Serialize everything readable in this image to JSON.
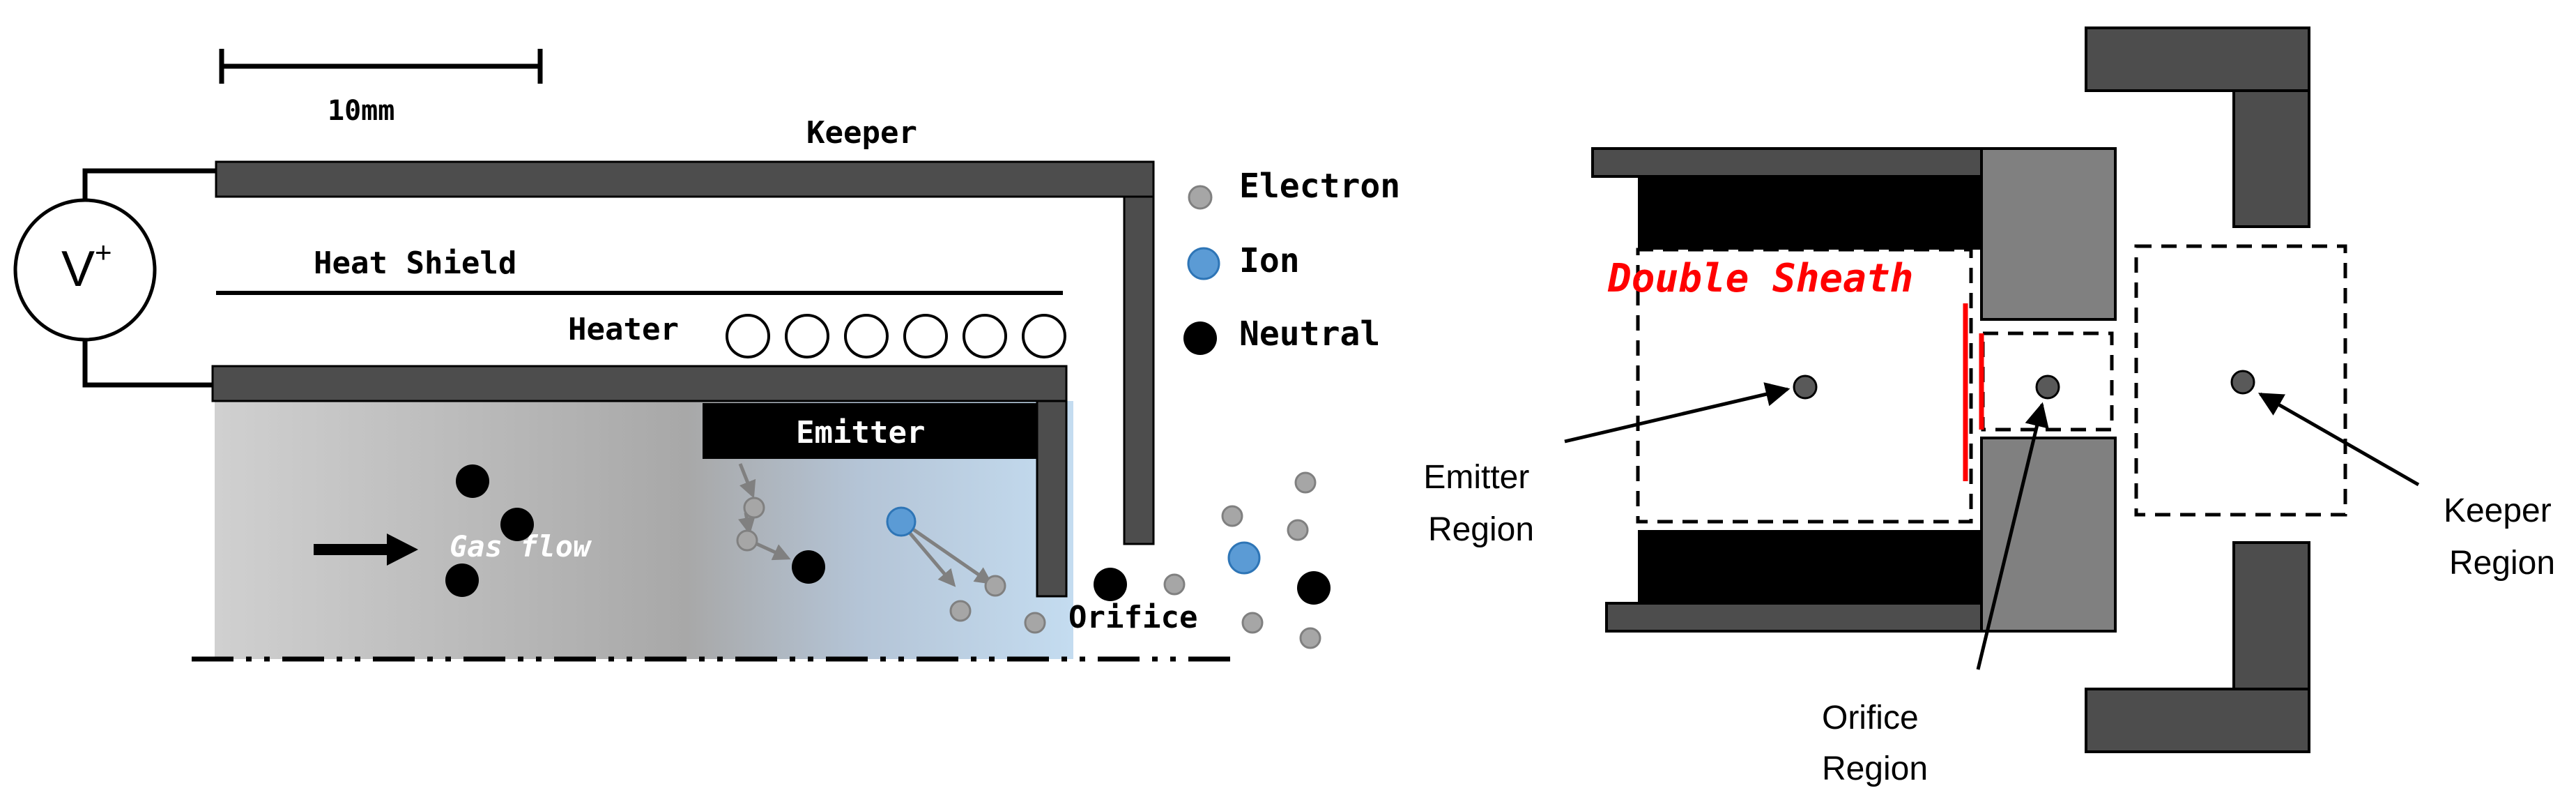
{
  "left_panel": {
    "scale_bar_label": "10mm",
    "keeper_label": "Keeper",
    "heat_shield_label": "Heat Shield",
    "heater_label": "Heater",
    "emitter_label": "Emitter",
    "gas_flow_label": "Gas flow",
    "orifice_label": "Orifice",
    "voltage_label": "V",
    "voltage_superscript": "+",
    "legend": {
      "electron_label": "Electron",
      "ion_label": "Ion",
      "neutral_label": "Neutral"
    }
  },
  "right_panel": {
    "double_sheath_label": "Double Sheath",
    "emitter_region_line1": "Emitter",
    "emitter_region_line2": "Region",
    "orifice_region_line1": "Orifice",
    "orifice_region_line2": "Region",
    "keeper_region_line1": "Keeper",
    "keeper_region_line2": "Region"
  },
  "colors": {
    "dark_gray": "#4d4d4d",
    "medium_gray": "#808080",
    "black": "#000000",
    "electron": "#a6a6a6",
    "ion": "#5b9bd5",
    "neutral": "#000000",
    "sheath_red": "#ff0000"
  }
}
